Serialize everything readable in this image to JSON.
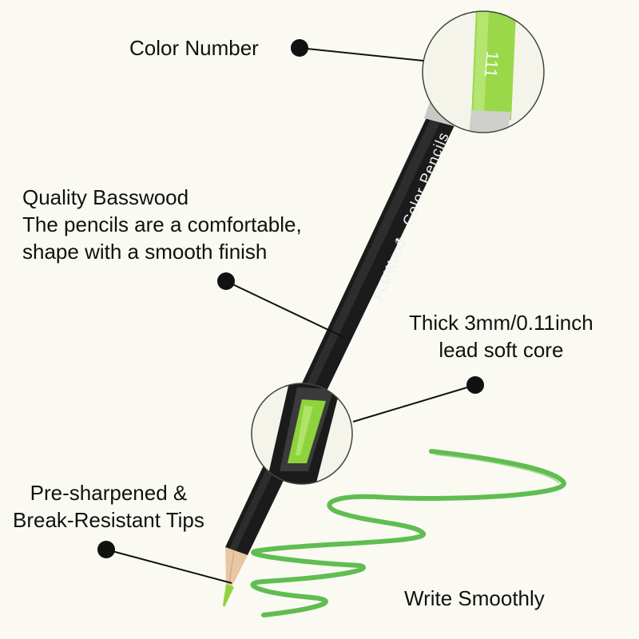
{
  "brand": "FLOWood",
  "brand_mark": "®",
  "product_line": "Color Pencils",
  "color_number": "111",
  "colors": {
    "background": "#fafaf3",
    "pencil_body": "#1b1b1b",
    "lead_green": "#8ed33b",
    "scribble_green": "#4fb63f",
    "silver_band": "#c9c9c4",
    "wood": "#e8c7a2"
  },
  "callouts": {
    "color_number": "Color Number",
    "basswood": [
      "Quality Basswood",
      "The pencils are a comfortable,",
      "shape with a smooth finish"
    ],
    "lead": [
      "Thick 3mm/0.11inch",
      "lead soft core"
    ],
    "tips": [
      "Pre-sharpened &",
      "Break-Resistant Tips"
    ],
    "write": "Write Smoothly"
  }
}
